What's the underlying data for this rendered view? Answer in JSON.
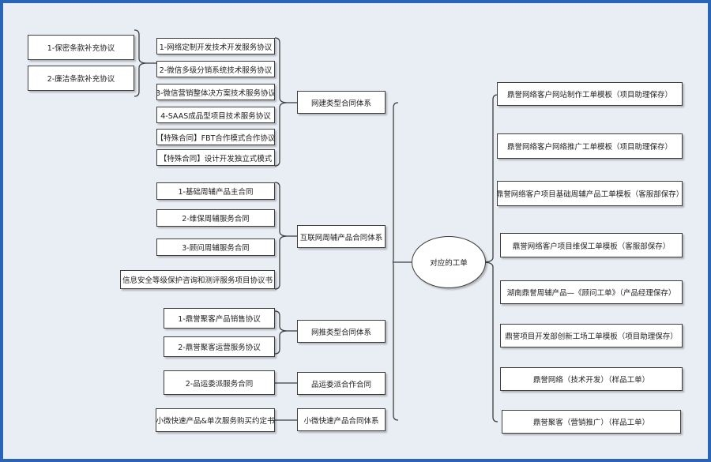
{
  "root": {
    "label": "对应的工单"
  },
  "far_left": [
    {
      "label": "1-保密条款补充协议"
    },
    {
      "label": "2-廉洁条款补充协议"
    }
  ],
  "left_groups": [
    {
      "label": "网建类型合同体系",
      "items": [
        "1-网络定制开发技术开发服务协议",
        "2-微信多级分销系统技术服务协议",
        "3-微信营销整体决方案技术服务协议",
        "4-SAAS成品型项目技术服务协议",
        "【特殊合同】FBT合作模式合作协议",
        "【特殊合同】设计开发独立式模式"
      ]
    },
    {
      "label": "互联网周辅产品合同体系",
      "items": [
        "1-基础周辅产品主合同",
        "2-维保周辅服务合同",
        "3-顾问周辅服务合同",
        "信息安全等级保护咨询和测评服务项目协议书"
      ]
    },
    {
      "label": "网推类型合同体系",
      "items": [
        "1-鼎誉聚客产品销售协议",
        "2-鼎誉聚客运营服务协议"
      ]
    },
    {
      "label": "品运委派合作合同",
      "items": [
        "2-品运委派服务合同"
      ]
    },
    {
      "label": "小微快速产品合同体系",
      "items": [
        "小微快速产品&单次服务购买约定书"
      ]
    }
  ],
  "right_items": [
    {
      "label": "鼎誉网络客户网站制作工单模板（项目助理保存）"
    },
    {
      "label": "鼎誉网络客户网络推广工单模板（项目助理保存）"
    },
    {
      "label": "鼎誉网络客户项目基础周辅产品工单模板（客服部保存）"
    },
    {
      "label": "鼎誉网络客户项目维保工单模板（客服部保存）"
    },
    {
      "label": "湖南鼎誉周辅产品—《顾问工单》（产品经理保存）"
    },
    {
      "label": "鼎誉项目开发部创新工场工单模板（项目助理保存）"
    },
    {
      "label": "鼎誉网络（技术开发）（样品工单）"
    },
    {
      "label": "鼎誉聚客（营销推广）（样品工单）"
    }
  ],
  "colors": {
    "frame": "#2a64b5",
    "background": "#e9eef4",
    "line": "#3d3d3d",
    "node_fill": "#ffffff"
  }
}
